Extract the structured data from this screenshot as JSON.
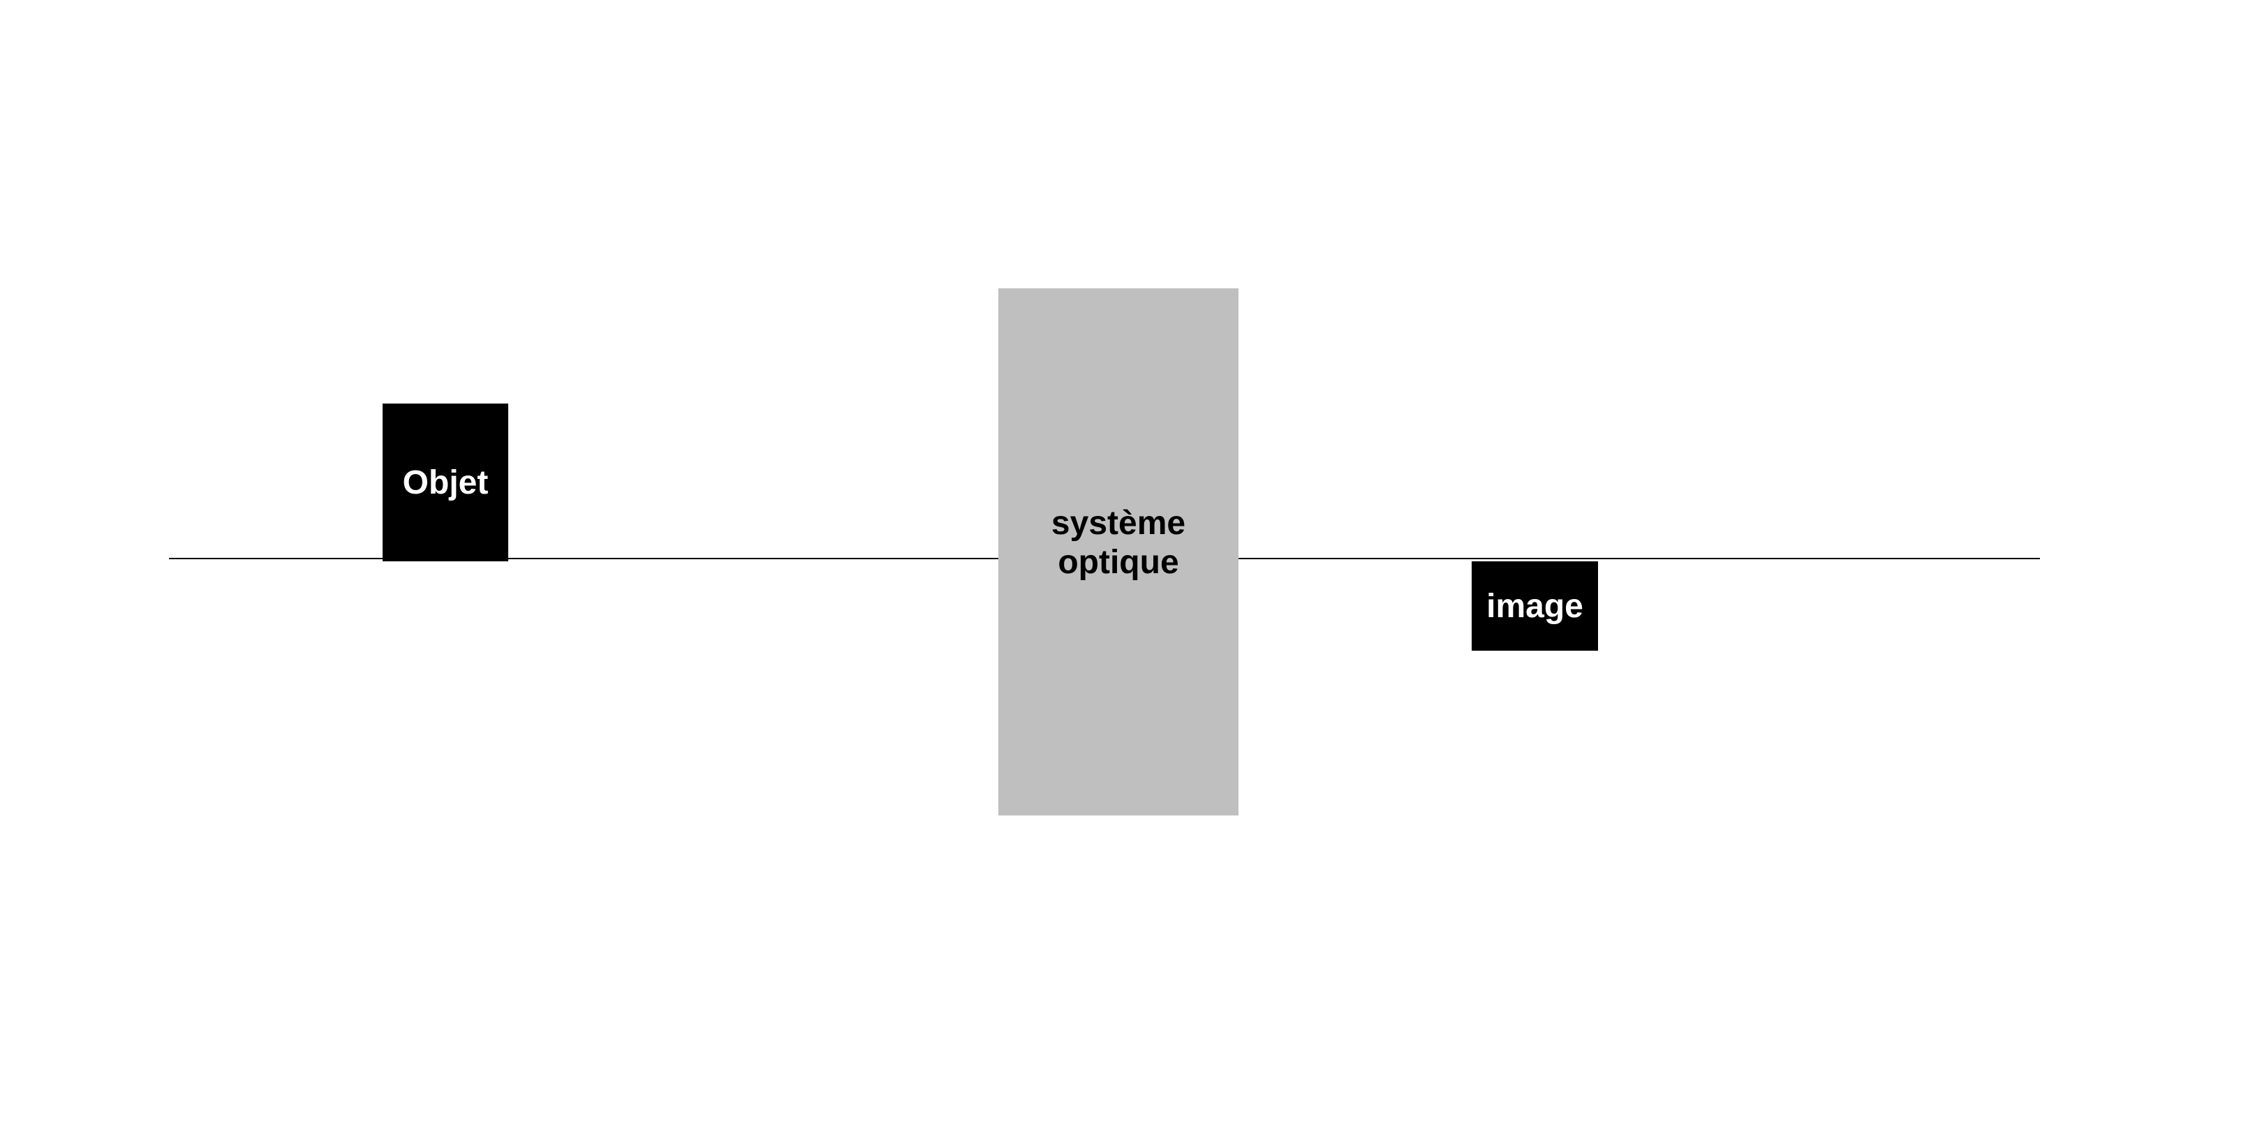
{
  "diagram": {
    "object_label": "Objet",
    "system_label_line1": "système",
    "system_label_line2": "optique",
    "image_label": "image"
  },
  "colors": {
    "background": "#ffffff",
    "axis": "#000000",
    "object_fill": "#000000",
    "object_text": "#ffffff",
    "system_fill": "#bfbfbf",
    "system_text": "#000000",
    "image_fill": "#000000",
    "image_text": "#ffffff"
  }
}
